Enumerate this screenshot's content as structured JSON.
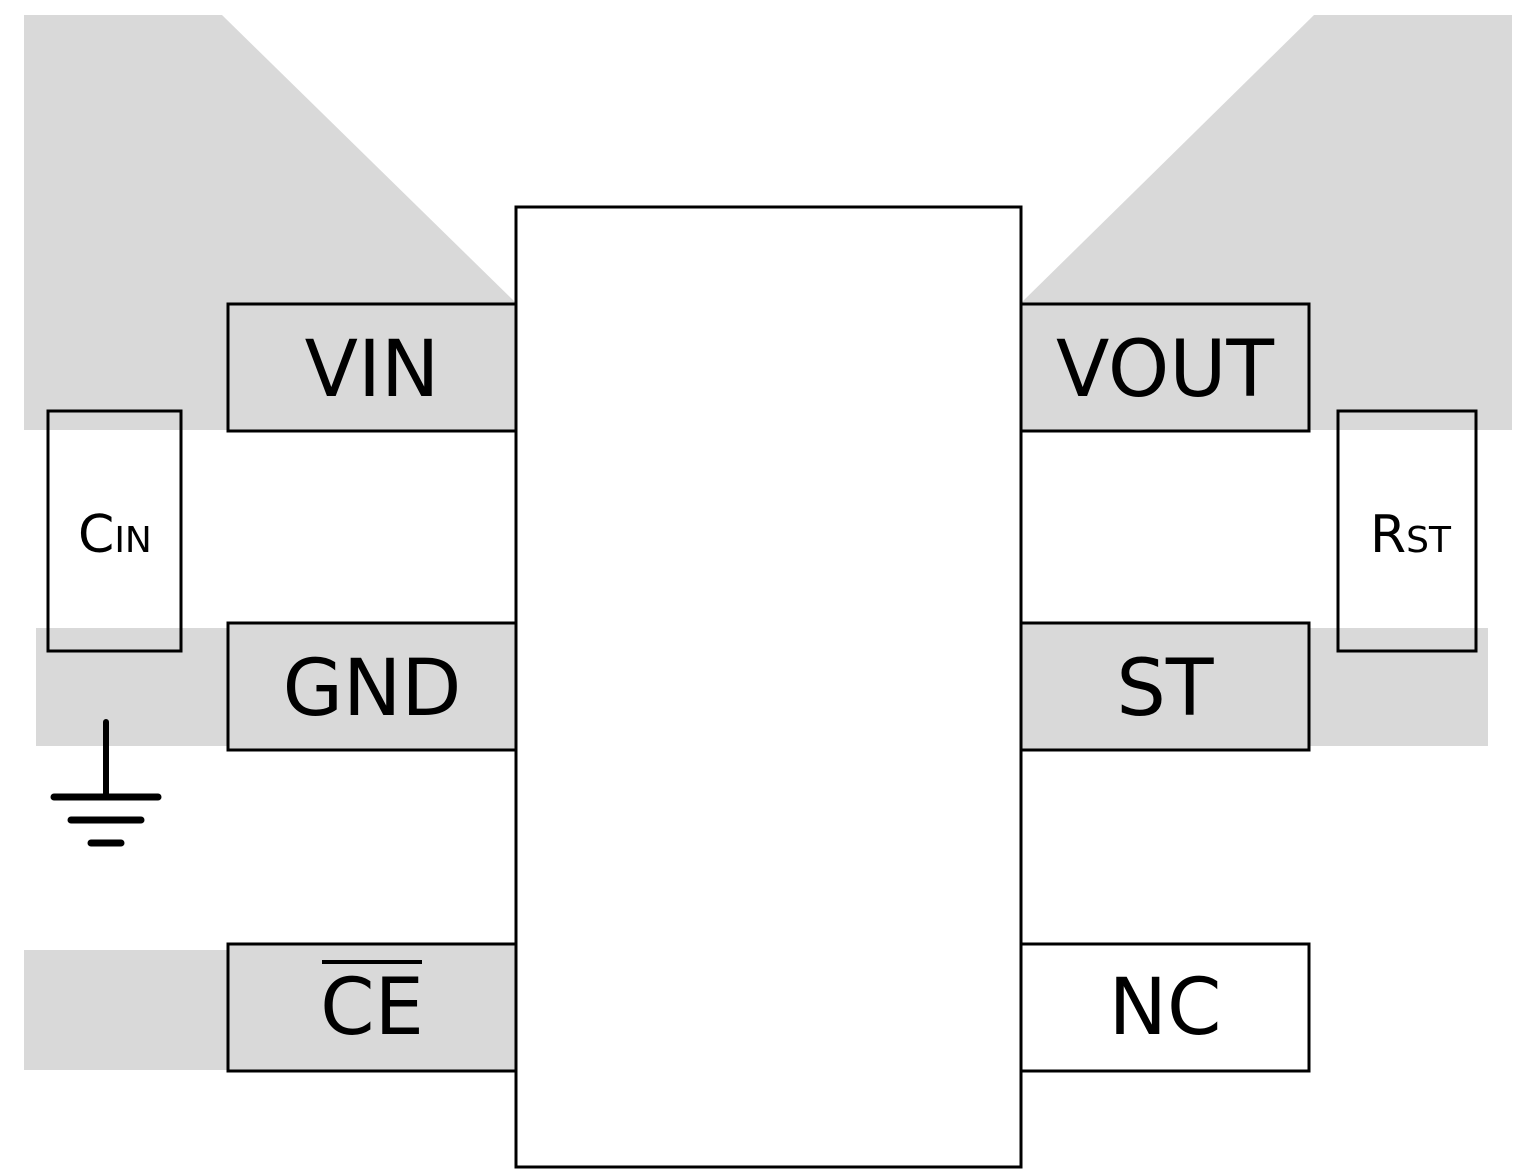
{
  "colors": {
    "copper": "#d9d9d9",
    "outline": "#000000",
    "body": "#ffffff"
  },
  "pins": {
    "vin": "VIN",
    "gnd": "GND",
    "ce": "CE",
    "vout": "VOUT",
    "st": "ST",
    "nc": "NC"
  },
  "components": {
    "cin": {
      "main": "C",
      "sub": "IN"
    },
    "rst": {
      "main": "R",
      "sub": "ST"
    }
  },
  "symbols": {
    "ground": "ground-icon"
  }
}
